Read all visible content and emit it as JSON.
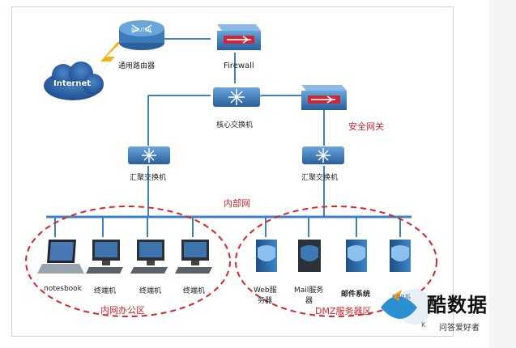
{
  "labels": {
    "router": "通用路由器",
    "router_badge": "ROUTER",
    "internet": "Internet",
    "firewall": "Firewall",
    "core_switch": "核心交换机",
    "security_gateway": "安全网关",
    "agg_switch_left": "汇聚交换机",
    "agg_switch_right": "汇聚交换机",
    "intranet": "内部网",
    "notebook": "notesbook",
    "terminal_1": "终端机",
    "terminal_2": "终端机",
    "terminal_3": "终端机",
    "web_server_l1": "Web服",
    "web_server_l2": "务器",
    "mail_server_l1": "Mail服务",
    "mail_server_l2": "器",
    "mail_system": "邮件系统",
    "erp_server": "ERP系",
    "office_zone": "内网办公区",
    "dmz_zone": "DMZ服务器区"
  },
  "watermark": {
    "title": "酷数据",
    "subtitle": "问答爱好者",
    "k": "K"
  },
  "colors": {
    "device_blue": "#2f6fad",
    "line_blue": "#3d82c4",
    "zone_red": "#d8242c",
    "internet_cloud": "#2d63a6",
    "firewall_red": "#c62a3a"
  }
}
